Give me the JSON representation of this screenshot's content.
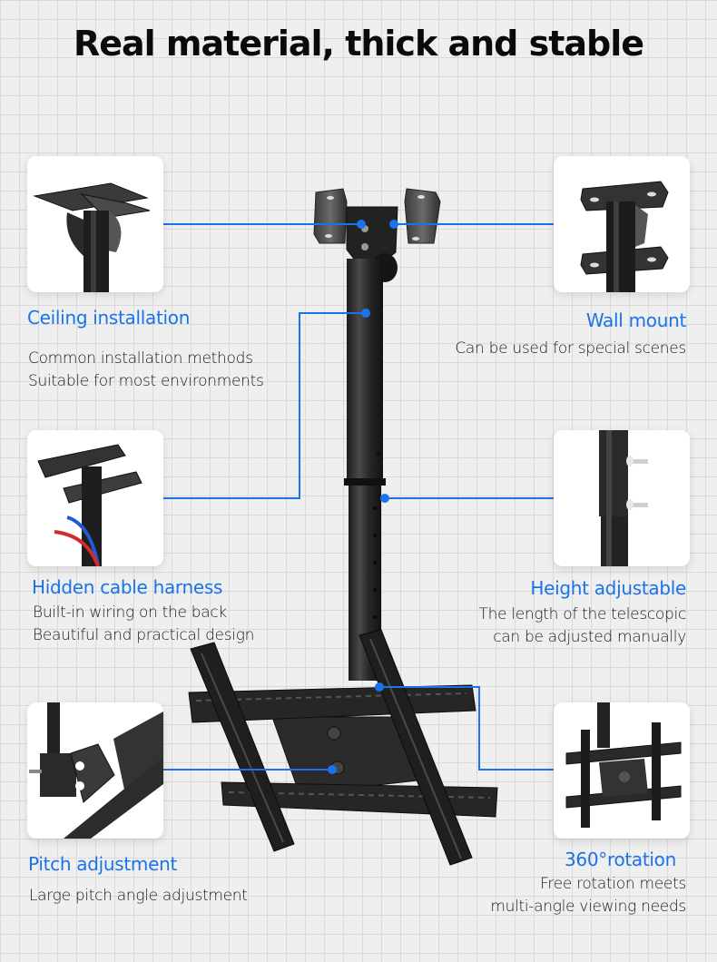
{
  "header": {
    "title": "Real material, thick and stable"
  },
  "accent_color": "#1a73e8",
  "features": {
    "ceiling": {
      "title": "Ceiling installation",
      "lines": [
        "Common installation methods",
        "Suitable for most environments"
      ],
      "image": "ceiling-bracket-photo"
    },
    "wall": {
      "title": "Wall mount",
      "lines": [
        "Can be used for special scenes"
      ],
      "image": "wall-bracket-photo"
    },
    "cable": {
      "title": "Hidden cable harness",
      "lines": [
        "Built-in wiring on the back",
        "Beautiful and practical design"
      ],
      "image": "cable-harness-photo"
    },
    "height": {
      "title": "Height adjustable",
      "lines": [
        "The length of the telescopic",
        "can be adjusted manually"
      ],
      "image": "telescopic-pole-photo"
    },
    "pitch": {
      "title": "Pitch adjustment",
      "lines": [
        "Large pitch angle adjustment"
      ],
      "image": "pitch-joint-photo"
    },
    "rotation": {
      "title": "360°rotation",
      "lines": [
        "Free rotation meets",
        "multi-angle viewing needs"
      ],
      "image": "rotation-mount-photo"
    }
  }
}
